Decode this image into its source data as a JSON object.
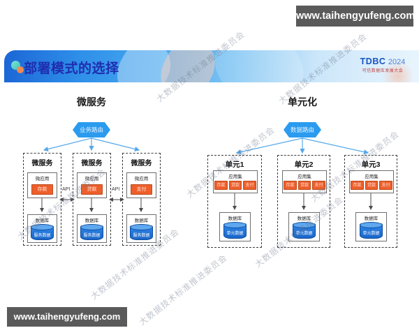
{
  "watermark": {
    "site_url": "www.taihengyufeng.com",
    "diagonal_text": "大数据技术标准推进委员会"
  },
  "header": {
    "title": "部署模式的选择",
    "logo_brand": "TDBC",
    "logo_year": "2024",
    "logo_subtitle": "可信数据库发展大会"
  },
  "left_diagram": {
    "title": "微服务",
    "router": "业务路由",
    "api_label": "API",
    "boxes": [
      {
        "title": "微服务",
        "group": "微应用",
        "app": "存款",
        "db": "数据库",
        "data": "服务数据"
      },
      {
        "title": "微服务",
        "group": "微应用",
        "app": "贷款",
        "db": "数据库",
        "data": "服务数据"
      },
      {
        "title": "微服务",
        "group": "微应用",
        "app": "支付",
        "db": "数据库",
        "data": "服务数据"
      }
    ]
  },
  "right_diagram": {
    "title": "单元化",
    "router": "数据路由",
    "units": [
      {
        "title": "单元1",
        "group": "应用集",
        "apps": [
          "存款",
          "贷款",
          "支付"
        ],
        "db": "数据库",
        "data": "单元数据"
      },
      {
        "title": "单元2",
        "group": "应用集",
        "apps": [
          "存款",
          "贷款",
          "支付"
        ],
        "db": "数据库",
        "data": "单元数据"
      },
      {
        "title": "单元3",
        "group": "应用集",
        "apps": [
          "存款",
          "贷款",
          "支付"
        ],
        "db": "数据库",
        "data": "单元数据"
      }
    ]
  },
  "colors": {
    "accent_blue": "#2B9BEF",
    "button_orange": "#EE5F2B",
    "cylinder_blue": "#1B66C9",
    "title_indigo": "#1F2DB0",
    "watermark_box_gray": "#5A5A5A"
  }
}
